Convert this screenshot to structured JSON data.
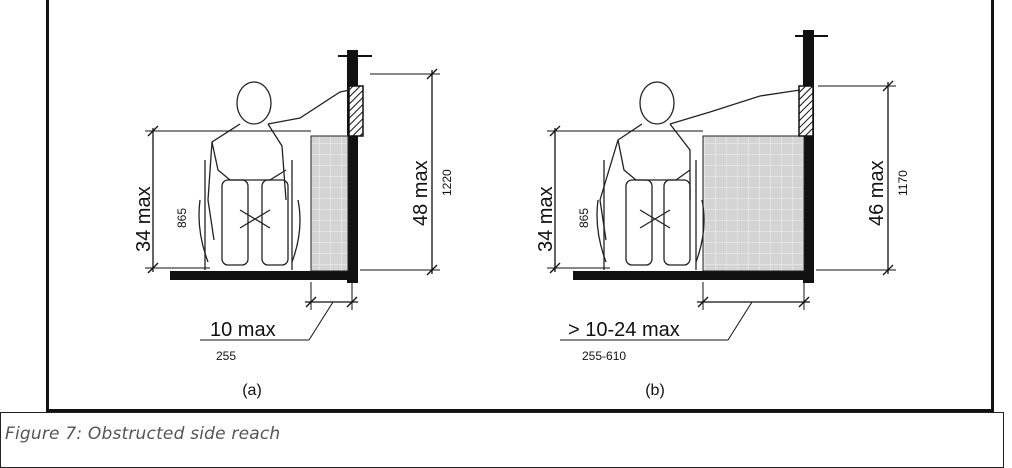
{
  "caption": "Figure 7: Obstructed side reach",
  "panel_a": {
    "label": "(a)",
    "height_imperial": "34 max",
    "height_metric": "865",
    "reach_imperial": "48 max",
    "reach_metric": "1220",
    "depth_imperial": "10 max",
    "depth_metric": "255"
  },
  "panel_b": {
    "label": "(b)",
    "height_imperial": "34 max",
    "height_metric": "865",
    "reach_imperial": "46 max",
    "reach_metric": "1170",
    "depth_imperial": "> 10-24 max",
    "depth_metric": "255-610"
  }
}
